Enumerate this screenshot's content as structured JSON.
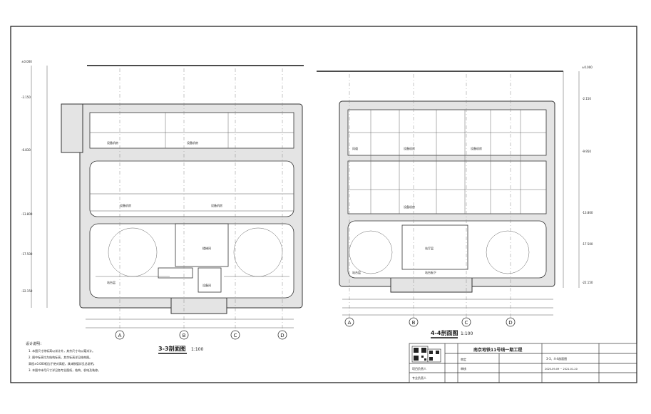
{
  "section_left": {
    "title": "3-3剖面图",
    "scale": "1:100",
    "axes": [
      "A",
      "B",
      "C",
      "D"
    ],
    "room_labels": [
      "设备机房",
      "设备机房",
      "设备机房",
      "设备机房",
      "站台层",
      "楼梯间",
      "设备间"
    ],
    "elev_labels": [
      "±0.000",
      "-2.150",
      "-6.830",
      "-13.800",
      "-17.500",
      "-22.150"
    ]
  },
  "section_right": {
    "title": "4-4剖面图",
    "scale": "1:100",
    "axes": [
      "A",
      "B",
      "C",
      "D"
    ],
    "room_labels": [
      "风道",
      "设备机房",
      "设备机房",
      "设备机房",
      "站台层",
      "站厅层",
      "站台板下"
    ],
    "elev_labels": [
      "±0.000",
      "-2.150",
      "-9.950",
      "-13.800",
      "-17.500",
      "-22.150"
    ]
  },
  "notes": {
    "heading": "设计说明：",
    "lines": [
      "1. 本图尺寸除标高以米计外，其余尺寸均以毫米计。",
      "2. 图中标高均为结构标高，其余标高详见结构图。",
      "高程±0.000相当于绝对高程，具体数值详见总说明。",
      "3. 本图中未尽尺寸详见各专业图纸，结构、机电及装修。"
    ]
  },
  "title_block": {
    "project": "南京地铁11号线一期工程",
    "drawing": "3-3、4-4剖面图",
    "rows": [
      "审定",
      "审核",
      "项目负责人",
      "专业负责人"
    ],
    "dates": "2020-09-09 ~ 2021-01-20"
  }
}
